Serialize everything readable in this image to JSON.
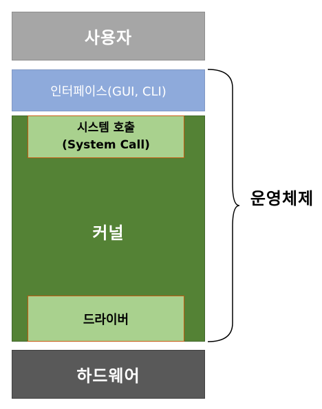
{
  "layers": {
    "user": "사용자",
    "interface": "인터페이스(GUI, CLI)",
    "kernel": "커널",
    "system_call_line1": "시스템 호출",
    "system_call_line2": "(System Call)",
    "driver": "드라이버",
    "hardware": "하드웨어"
  },
  "bracket_label": "운영체제",
  "colors": {
    "user": "#a6a6a6",
    "interface": "#8eaadb",
    "kernel": "#548235",
    "inner_boxes": "#a9d18e",
    "inner_box_border": "#c55a11",
    "hardware": "#595959"
  }
}
